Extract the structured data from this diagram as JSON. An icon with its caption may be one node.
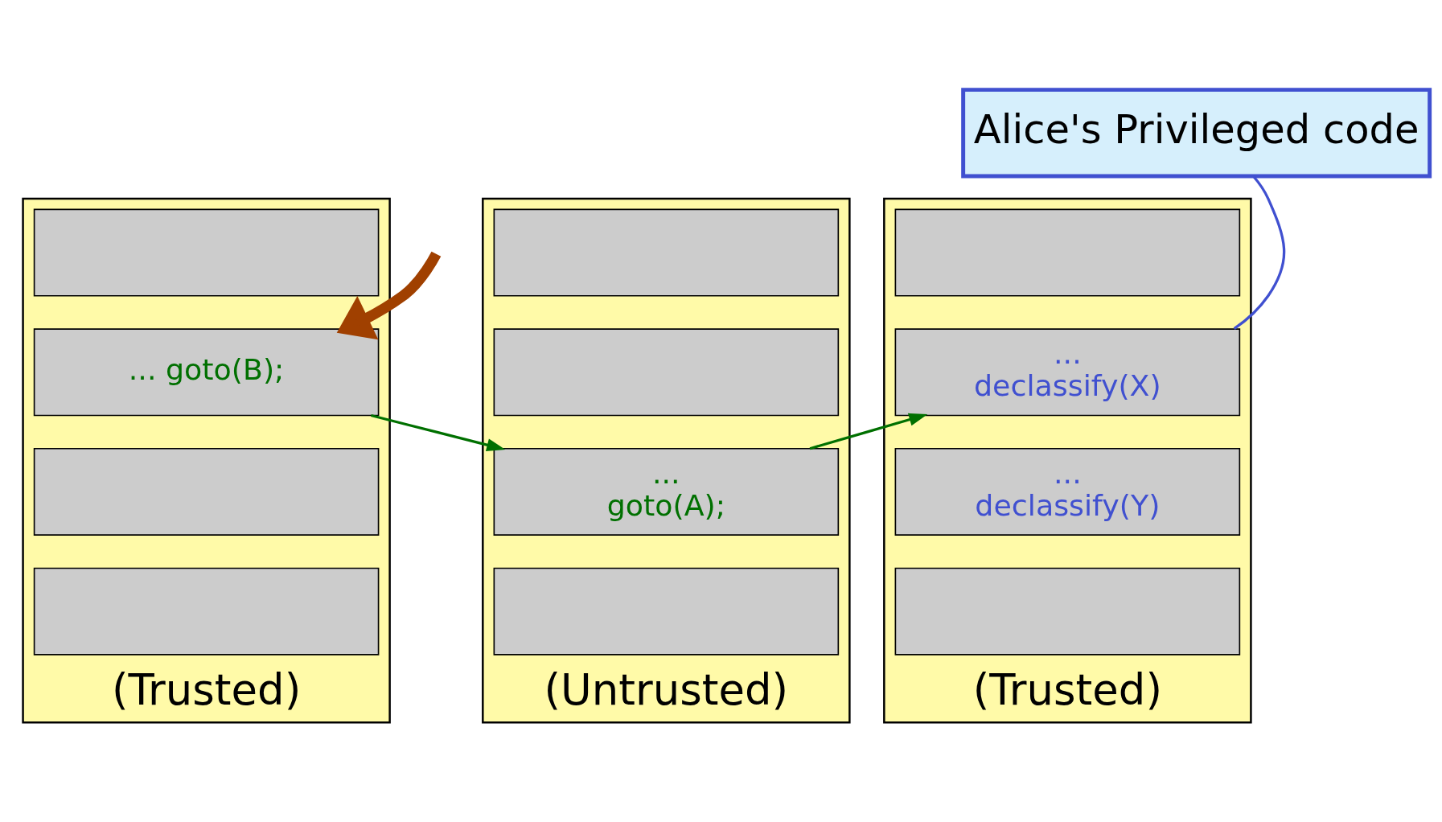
{
  "diagram": {
    "nodes": [
      {
        "text": [
          "(Trusted)"
        ]
      },
      {
        "text": [],
        "shape": "box",
        "in": 0
      },
      {
        "text": [
          "... goto(B);"
        ],
        "in": 0
      },
      {
        "text": [],
        "shape": "box",
        "in": 0
      },
      {
        "text": [],
        "shape": "box",
        "in": 0
      },
      {
        "text": [
          "(Untrusted)"
        ]
      },
      {
        "text": [],
        "shape": "box",
        "in": 5
      },
      {
        "text": [],
        "shape": "box",
        "in": 5
      },
      {
        "text": [
          "...",
          "goto(A);"
        ],
        "in": 5
      },
      {
        "text": [],
        "shape": "box",
        "in": 5
      },
      {
        "text": [
          "(Trusted)"
        ]
      },
      {
        "text": [],
        "shape": "box",
        "in": 10
      },
      {
        "text": [
          "...",
          "declassify(X)"
        ],
        "in": 10
      },
      {
        "text": [
          "...",
          "declassify(Y)"
        ],
        "in": 10
      },
      {
        "text": [],
        "shape": "box",
        "in": 10
      },
      {
        "text": [
          "Alice's Privileged code"
        ]
      }
    ],
    "edges": [
      {
        "from": null,
        "to": 2,
        "arrow": "to",
        "style": "thick",
        "color": "#a04000"
      },
      {
        "from": 2,
        "to": 8,
        "arrow": "to",
        "color": "#007000"
      },
      {
        "from": 8,
        "to": 12,
        "arrow": "to",
        "color": "#007000"
      },
      {
        "from": 15,
        "to": 12,
        "arrow": "none",
        "color": "#4050d0"
      }
    ]
  }
}
